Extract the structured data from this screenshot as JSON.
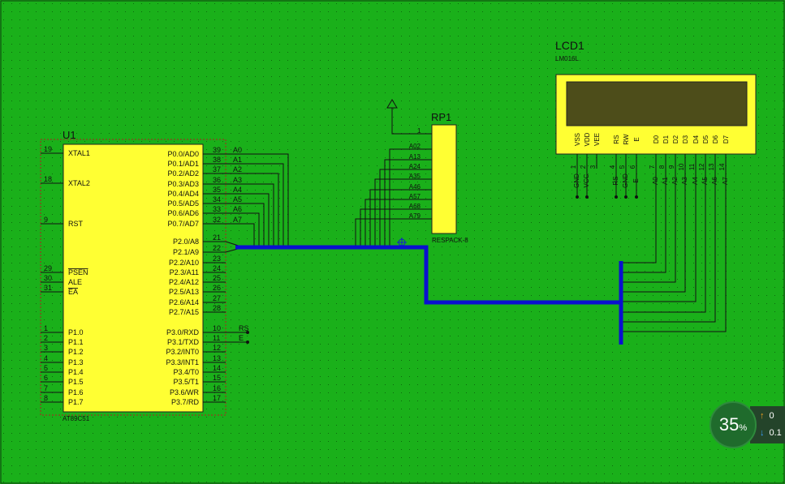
{
  "u1": {
    "ref": "U1",
    "part": "AT89C51",
    "left_pins": [
      {
        "num": "19",
        "name": "XTAL1"
      },
      {
        "num": "18",
        "name": "XTAL2"
      },
      {
        "num": "9",
        "name": "RST"
      },
      {
        "num": "29",
        "name": "PSEN"
      },
      {
        "num": "30",
        "name": "ALE"
      },
      {
        "num": "31",
        "name": "EA"
      },
      {
        "num": "1",
        "name": "P1.0"
      },
      {
        "num": "2",
        "name": "P1.1"
      },
      {
        "num": "3",
        "name": "P1.2"
      },
      {
        "num": "4",
        "name": "P1.3"
      },
      {
        "num": "5",
        "name": "P1.4"
      },
      {
        "num": "6",
        "name": "P1.5"
      },
      {
        "num": "7",
        "name": "P1.6"
      },
      {
        "num": "8",
        "name": "P1.7"
      }
    ],
    "right_pins": [
      {
        "num": "39",
        "name": "P0.0/AD0",
        "net": "A0"
      },
      {
        "num": "38",
        "name": "P0.1/AD1",
        "net": "A1"
      },
      {
        "num": "37",
        "name": "P0.2/AD2",
        "net": "A2"
      },
      {
        "num": "36",
        "name": "P0.3/AD3",
        "net": "A3"
      },
      {
        "num": "35",
        "name": "P0.4/AD4",
        "net": "A4"
      },
      {
        "num": "34",
        "name": "P0.5/AD5",
        "net": "A5"
      },
      {
        "num": "33",
        "name": "P0.6/AD6",
        "net": "A6"
      },
      {
        "num": "32",
        "name": "P0.7/AD7",
        "net": "A7"
      },
      {
        "num": "21",
        "name": "P2.0/A8",
        "net": ""
      },
      {
        "num": "22",
        "name": "P2.1/A9",
        "net": ""
      },
      {
        "num": "23",
        "name": "P2.2/A10",
        "net": ""
      },
      {
        "num": "24",
        "name": "P2.3/A11",
        "net": ""
      },
      {
        "num": "25",
        "name": "P2.4/A12",
        "net": ""
      },
      {
        "num": "26",
        "name": "P2.5/A13",
        "net": ""
      },
      {
        "num": "27",
        "name": "P2.6/A14",
        "net": ""
      },
      {
        "num": "28",
        "name": "P2.7/A15",
        "net": ""
      },
      {
        "num": "10",
        "name": "P3.0/RXD",
        "net": "RS"
      },
      {
        "num": "11",
        "name": "P3.1/TXD",
        "net": "E"
      },
      {
        "num": "12",
        "name": "P3.2/INT0",
        "net": ""
      },
      {
        "num": "13",
        "name": "P3.3/INT1",
        "net": ""
      },
      {
        "num": "14",
        "name": "P3.4/T0",
        "net": ""
      },
      {
        "num": "15",
        "name": "P3.5/T1",
        "net": ""
      },
      {
        "num": "16",
        "name": "P3.6/WR",
        "net": ""
      },
      {
        "num": "17",
        "name": "P3.7/RD",
        "net": ""
      }
    ]
  },
  "rp1": {
    "ref": "RP1",
    "part": "RESPACK-8",
    "pin1": "1",
    "nets": [
      "A02",
      "A13",
      "A24",
      "A35",
      "A46",
      "A57",
      "A68",
      "A79"
    ]
  },
  "lcd1": {
    "ref": "LCD1",
    "part": "LM016L",
    "pins": [
      "VSS",
      "VDD",
      "VEE",
      "RS",
      "RW",
      "E",
      "D0",
      "D1",
      "D2",
      "D3",
      "D4",
      "D5",
      "D6",
      "D7"
    ],
    "lower_labels": [
      "GND",
      "VCC",
      "",
      "RS",
      "GND",
      "E",
      "A0",
      "A1",
      "A2",
      "A3",
      "A4",
      "A5",
      "A6",
      "A7"
    ],
    "pin_nums": [
      "1",
      "2",
      "3",
      "4",
      "5",
      "6",
      "7",
      "8",
      "9",
      "10",
      "11",
      "12",
      "13",
      "14"
    ]
  },
  "colors": {
    "background": "#1ab01a",
    "component_fill": "#ffff33",
    "lcd_screen": "#4d4d1a",
    "bus": "#0a10d0",
    "wire": "#111111"
  },
  "net_widget": {
    "percent": "35",
    "percent_sign": "%",
    "upload": "0",
    "download": "0.1"
  }
}
